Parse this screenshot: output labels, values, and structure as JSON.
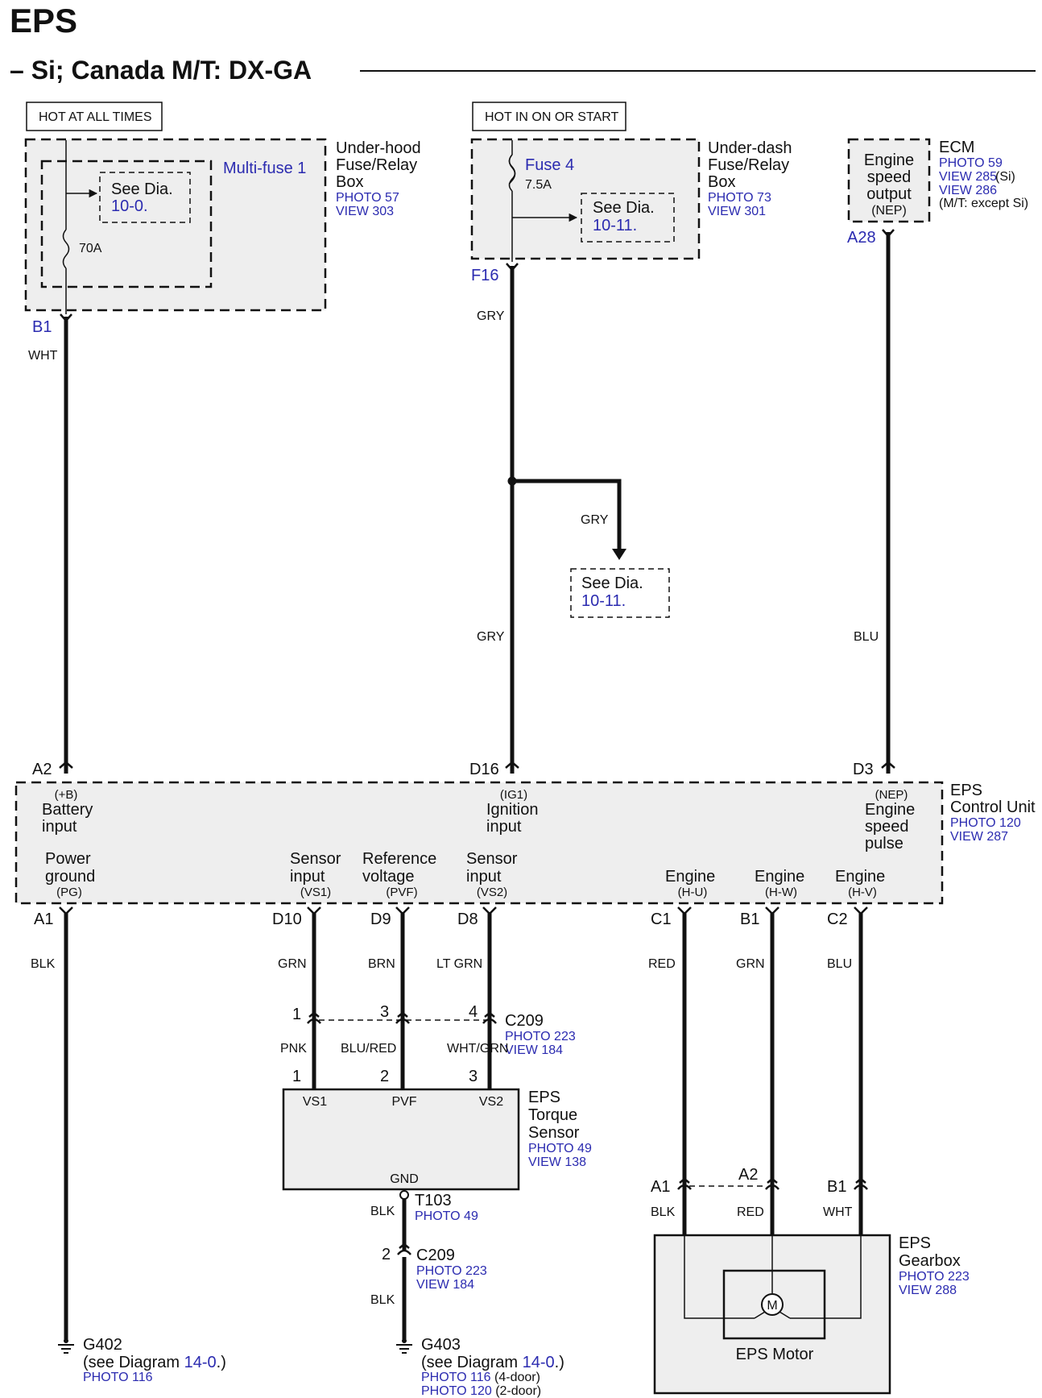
{
  "page": {
    "title": "EPS",
    "subtitle": "– Si; Canada M/T: DX-GA"
  },
  "labels": {
    "hot_all": "HOT AT ALL TIMES",
    "hot_on": "HOT IN ON OR START"
  },
  "underhood": {
    "name_lines": [
      "Under-hood",
      "Fuse/Relay",
      "Box"
    ],
    "photo": "PHOTO 57",
    "view": "VIEW 303",
    "fuse": "Multi-fuse 1",
    "amp": "70A",
    "see": "See Dia.",
    "see_ref": "10-0.",
    "term": "B1",
    "wire": "WHT"
  },
  "underdash": {
    "name_lines": [
      "Under-dash",
      "Fuse/Relay",
      "Box"
    ],
    "photo": "PHOTO 73",
    "view": "VIEW 301",
    "fuse": "Fuse 4",
    "amp": "7.5A",
    "see": "See Dia.",
    "see_ref": "10-11.",
    "term": "F16",
    "wire": "GRY"
  },
  "ecm": {
    "name": "ECM",
    "inner_lines": [
      "Engine",
      "speed",
      "output",
      "(NEP)"
    ],
    "refs": [
      "PHOTO 59",
      "VIEW 285",
      "(Si)",
      "VIEW 286",
      "(M/T: except Si)"
    ],
    "term": "A28",
    "wire": "BLU"
  },
  "branch": {
    "wire": "GRY",
    "see": "See Dia.",
    "see_ref": "10-11.",
    "wire_lower": "GRY"
  },
  "unit": {
    "name_lines": [
      "EPS",
      "Control Unit"
    ],
    "photo": "PHOTO 120",
    "view": "VIEW 287",
    "top_terms": [
      "A2",
      "D16",
      "D3"
    ],
    "battery": {
      "code": "(+B)",
      "lines": [
        "Battery",
        "input"
      ]
    },
    "ignition": {
      "code": "(IG1)",
      "lines": [
        "Ignition",
        "input"
      ]
    },
    "nep": {
      "code": "(NEP)",
      "lines": [
        "Engine",
        "speed",
        "pulse"
      ]
    },
    "pins": [
      {
        "lines": [
          "Power",
          "ground"
        ],
        "code": "(PG)",
        "term": "A1",
        "wire": "BLK"
      },
      {
        "lines": [
          "Sensor",
          "input"
        ],
        "code": "(VS1)",
        "term": "D10",
        "wire": "GRN"
      },
      {
        "lines": [
          "Reference",
          "voltage"
        ],
        "code": "(PVF)",
        "term": "D9",
        "wire": "BRN"
      },
      {
        "lines": [
          "Sensor",
          "input"
        ],
        "code": "(VS2)",
        "term": "D8",
        "wire": "LT GRN"
      },
      {
        "lines": [
          "Engine"
        ],
        "code": "(H-U)",
        "term": "C1",
        "wire": "RED"
      },
      {
        "lines": [
          "Engine"
        ],
        "code": "(H-W)",
        "term": "B1",
        "wire": "GRN"
      },
      {
        "lines": [
          "Engine"
        ],
        "code": "(H-V)",
        "term": "C2",
        "wire": "BLU"
      }
    ]
  },
  "c209": {
    "name": "C209",
    "photo": "PHOTO 223",
    "view": "VIEW 184",
    "top_pins": [
      "1",
      "3",
      "4"
    ],
    "wires": [
      "PNK",
      "BLU/RED",
      "WHT/GRN"
    ],
    "bottom_pins": [
      "1",
      "2",
      "3"
    ]
  },
  "torque": {
    "name_lines": [
      "EPS",
      "Torque",
      "Sensor"
    ],
    "photo": "PHOTO 49",
    "view": "VIEW 138",
    "pins": [
      "VS1",
      "PVF",
      "VS2"
    ],
    "gnd": "GND"
  },
  "t103": {
    "name": "T103",
    "photo": "PHOTO 49",
    "wire": "BLK"
  },
  "c209b": {
    "pin": "2",
    "name": "C209",
    "photo": "PHOTO 223",
    "view": "VIEW 184",
    "wire": "BLK"
  },
  "g402": {
    "name": "G402",
    "see_pre": "(see Diagram ",
    "ref": "14-0",
    "see_post": ".)",
    "photo": "PHOTO 116"
  },
  "g403": {
    "name": "G403",
    "see_pre": "(see Diagram ",
    "ref": "14-0",
    "see_post": ".)",
    "photo1": "PHOTO 116",
    "photo1_note": "(4-door)",
    "photo2": "PHOTO 120",
    "photo2_note": "(2-door)"
  },
  "gearbox": {
    "name_lines": [
      "EPS",
      "Gearbox"
    ],
    "photo": "PHOTO 223",
    "view": "VIEW 288",
    "terms": [
      "A1",
      "A2",
      "B1"
    ],
    "wires": [
      "BLK",
      "RED",
      "WHT"
    ],
    "motor": "EPS Motor",
    "motor_symbol": "M"
  }
}
